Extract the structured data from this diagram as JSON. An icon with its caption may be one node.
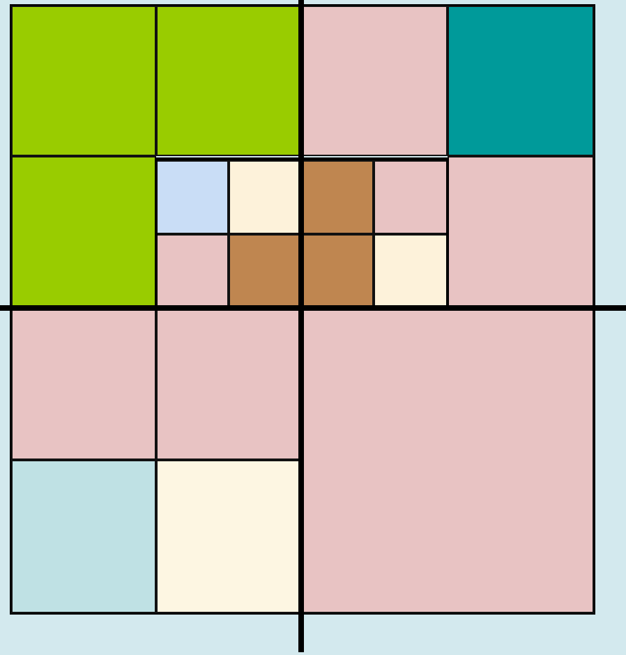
{
  "diagram": {
    "nodes": [
      {
        "text": [],
        "shape": "box"
      },
      {
        "text": [],
        "shape": "box"
      },
      {
        "text": [],
        "shape": "box"
      },
      {
        "text": [],
        "shape": "box"
      },
      {
        "text": [],
        "shape": "box"
      },
      {
        "text": [],
        "shape": "box"
      },
      {
        "text": [],
        "shape": "box"
      },
      {
        "text": [],
        "shape": "box"
      },
      {
        "text": [],
        "shape": "box"
      },
      {
        "text": [],
        "shape": "box"
      },
      {
        "text": [],
        "shape": "box"
      },
      {
        "text": [],
        "shape": "box"
      },
      {
        "text": [],
        "shape": "box"
      },
      {
        "text": [],
        "shape": "box"
      },
      {
        "text": [],
        "shape": "box"
      },
      {
        "text": [],
        "shape": "box"
      },
      {
        "text": [],
        "shape": "box"
      },
      {
        "text": [],
        "shape": "box"
      },
      {
        "text": [],
        "shape": "box"
      }
    ]
  }
}
